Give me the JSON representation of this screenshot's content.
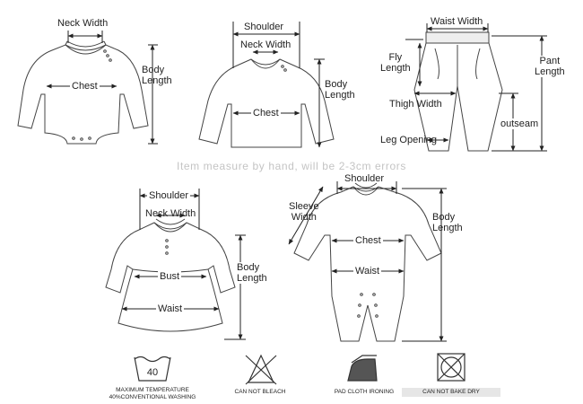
{
  "garments": {
    "bodysuit": {
      "neck_width": "Neck Width",
      "chest": "Chest",
      "body_length": "Body\nLength"
    },
    "tshirt": {
      "shoulder": "Shoulder",
      "neck_width": "Neck Width",
      "chest": "Chest",
      "body_length": "Body\nLength"
    },
    "pants": {
      "waist_width": "Waist Width",
      "fly_length": "Fly\nLength",
      "pant_length": "Pant\nLength",
      "thigh_width": "Thigh Width",
      "outseam": "outseam",
      "leg_opening": "Leg Opening"
    },
    "dress": {
      "shoulder": "Shoulder",
      "neck_width": "Neck Width",
      "bust": "Bust",
      "waist": "Waist",
      "body_length": "Body\nLength"
    },
    "romper": {
      "shoulder": "Shoulder",
      "sleeve_width": "Sleeve\nWidth",
      "chest": "Chest",
      "waist": "Waist",
      "body_length": "Body\nLength"
    }
  },
  "measure_note": "Item measure by hand, will be 2-3cm errors",
  "care": {
    "wash": {
      "icon": "wash-tub-icon",
      "temperature": "40",
      "text": "MAXIMUM TEMPERATURE\n40%CONVENTIONAL WASHING"
    },
    "bleach": {
      "icon": "no-bleach-icon",
      "text": "CAN NOT BLEACH"
    },
    "iron": {
      "icon": "iron-icon",
      "text": "PAD CLOTH IRONING"
    },
    "dry": {
      "icon": "no-tumble-dry-icon",
      "text": "CAN NOT BAKE DRY"
    }
  }
}
